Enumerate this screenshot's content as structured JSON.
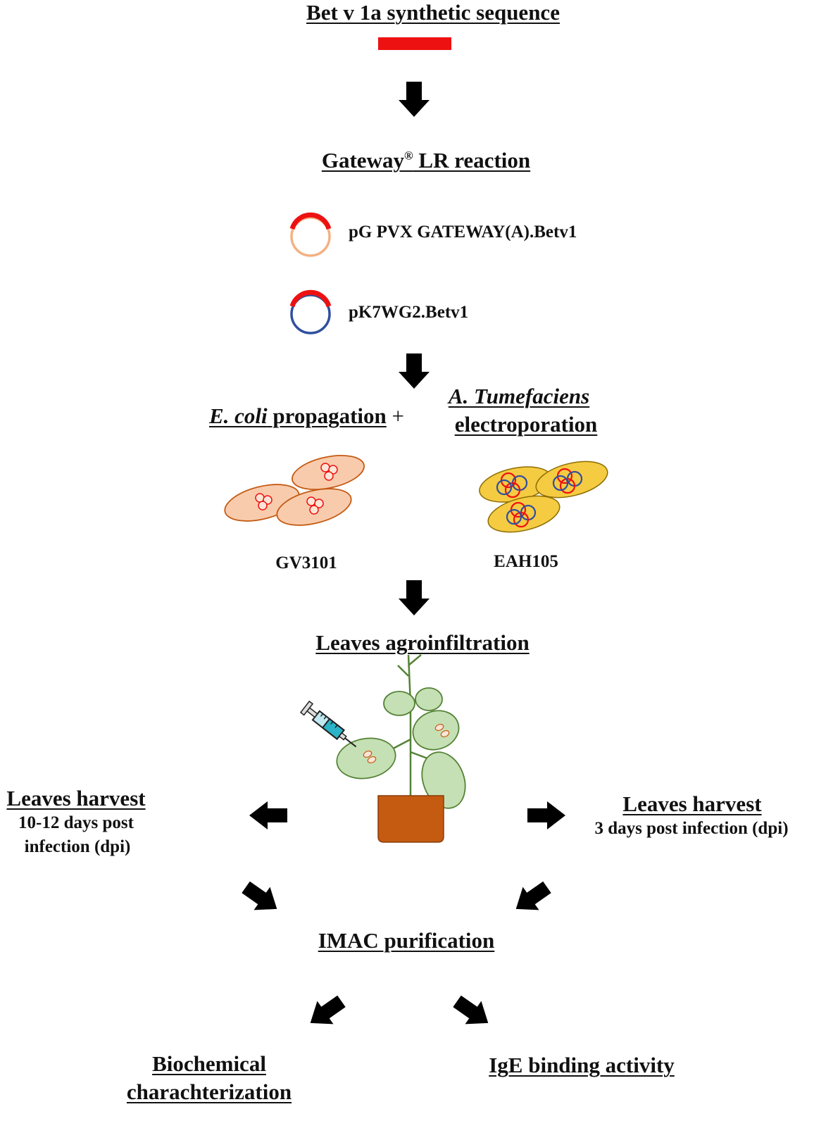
{
  "steps": {
    "sequence": "Bet v 1a synthetic sequence",
    "gateway": {
      "prefix": "Gateway",
      "reg": "®",
      "suffix": " LR reaction"
    },
    "vector_pvx": "pG PVX GATEWAY(A).Betv1",
    "vector_pk7": "pK7WG2.Betv1",
    "ecoli": {
      "italic": "E. coli",
      "rest": " propagation",
      "plus": "+"
    },
    "agro": {
      "line1": "A. Tumefaciens",
      "line2": "electroporation"
    },
    "strain_left": "GV3101",
    "strain_right": "EAH105",
    "agroinfiltration": "Leaves agroinfiltration",
    "harvest_left": {
      "title": "Leaves harvest",
      "line1": "10-12 days post",
      "line2": "infection (dpi)"
    },
    "harvest_right": {
      "title": "Leaves harvest",
      "line1": "3 days post infection (dpi)"
    },
    "imac": "IMAC purification",
    "biochem": {
      "line1": "Biochemical",
      "line2": "charachterization"
    },
    "ige": "IgE binding activity"
  },
  "colors": {
    "insert": "#ee1111",
    "pvx_backbone": "#f4b183",
    "pk7_backbone": "#2f4f9f",
    "ecoli_cell": "#f8cbad",
    "ecoli_outline": "#c55a11",
    "agro_cell": "#f5cb42",
    "leaf": "#c5e0b4",
    "leaf_outline": "#548235",
    "pot": "#c55a11",
    "arrow": "#000000"
  }
}
